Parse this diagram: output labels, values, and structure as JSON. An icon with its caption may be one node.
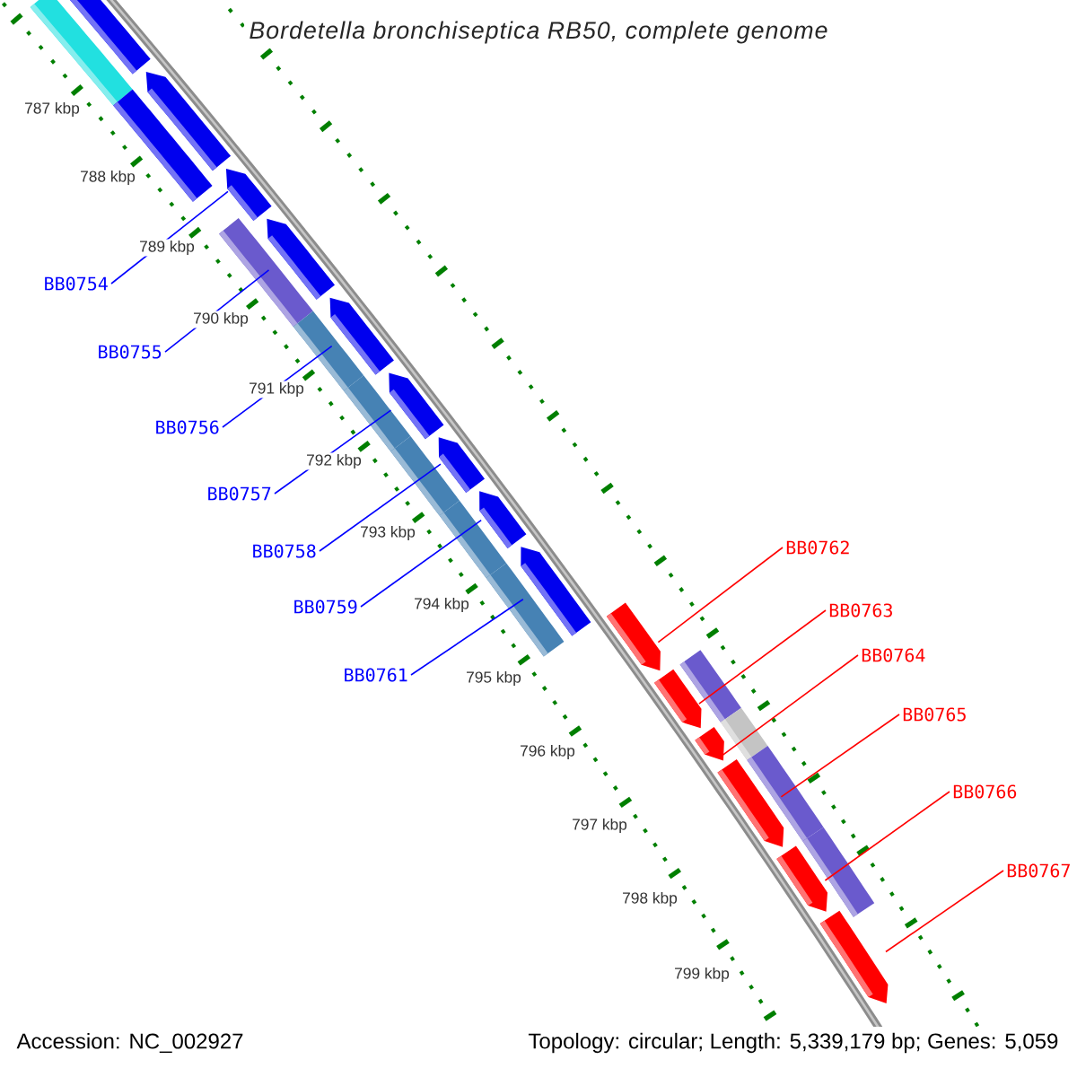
{
  "diagram": {
    "title": "Bordetella bronchiseptica RB50, complete genome",
    "nodes": [
      {
        "text": [
          "BB0754"
        ]
      },
      {
        "text": [
          "BB0755"
        ]
      },
      {
        "text": [
          "BB0756"
        ]
      },
      {
        "text": [
          "BB0757"
        ]
      },
      {
        "text": [
          "BB0758"
        ]
      },
      {
        "text": [
          "BB0759"
        ]
      },
      {
        "text": [
          "BB0761"
        ]
      },
      {
        "text": [
          "BB0762"
        ]
      },
      {
        "text": [
          "BB0763"
        ]
      },
      {
        "text": [
          "BB0764"
        ]
      },
      {
        "text": [
          "BB0765"
        ]
      },
      {
        "text": [
          "BB0766"
        ]
      },
      {
        "text": [
          "BB0767"
        ]
      },
      {
        "text": [],
        "shape": "arrow"
      },
      {
        "text": [],
        "shape": "arrow"
      },
      {
        "text": [],
        "shape": "arrow"
      },
      {
        "text": [],
        "shape": "arrow"
      },
      {
        "text": [],
        "shape": "arrow"
      },
      {
        "text": [],
        "shape": "arrow"
      },
      {
        "text": [],
        "shape": "arrow"
      },
      {
        "text": [],
        "shape": "arrow"
      },
      {
        "text": [],
        "shape": "arrow"
      },
      {
        "text": [],
        "shape": "arrow"
      },
      {
        "text": [],
        "shape": "arrow"
      },
      {
        "text": [],
        "shape": "arrow"
      },
      {
        "text": [],
        "shape": "arrow"
      }
    ],
    "edges": [
      {
        "from": 0,
        "to": 13,
        "arrow": "none"
      },
      {
        "from": 1,
        "to": 14,
        "arrow": "none"
      },
      {
        "from": 2,
        "to": 15,
        "arrow": "none"
      },
      {
        "from": 3,
        "to": 16,
        "arrow": "none"
      },
      {
        "from": 4,
        "to": 17,
        "arrow": "none"
      },
      {
        "from": 5,
        "to": 18,
        "arrow": "none"
      },
      {
        "from": 6,
        "to": 19,
        "arrow": "none"
      },
      {
        "from": 7,
        "to": 20,
        "arrow": "none",
        "color": "#ff0000"
      },
      {
        "from": 8,
        "to": 21,
        "arrow": "none",
        "color": "#ff0000"
      },
      {
        "from": 9,
        "to": 22,
        "arrow": "none",
        "color": "#ff0000"
      },
      {
        "from": 10,
        "to": 23,
        "arrow": "none",
        "color": "#ff0000"
      },
      {
        "from": 11,
        "to": 24,
        "arrow": "none",
        "color": "#ff0000"
      },
      {
        "from": 12,
        "to": 25,
        "arrow": "none",
        "color": "#ff0000"
      }
    ],
    "labels": [
      "787 kbp",
      "788 kbp",
      "789 kbp",
      "790 kbp",
      "791 kbp",
      "792 kbp",
      "793 kbp",
      "794 kbp",
      "795 kbp",
      "796 kbp",
      "797 kbp",
      "798 kbp",
      "799 kbp",
      "Accession: NC_002927",
      "Topology: circular; Length: 5,339,179 bp; Genes: 5,059"
    ]
  }
}
